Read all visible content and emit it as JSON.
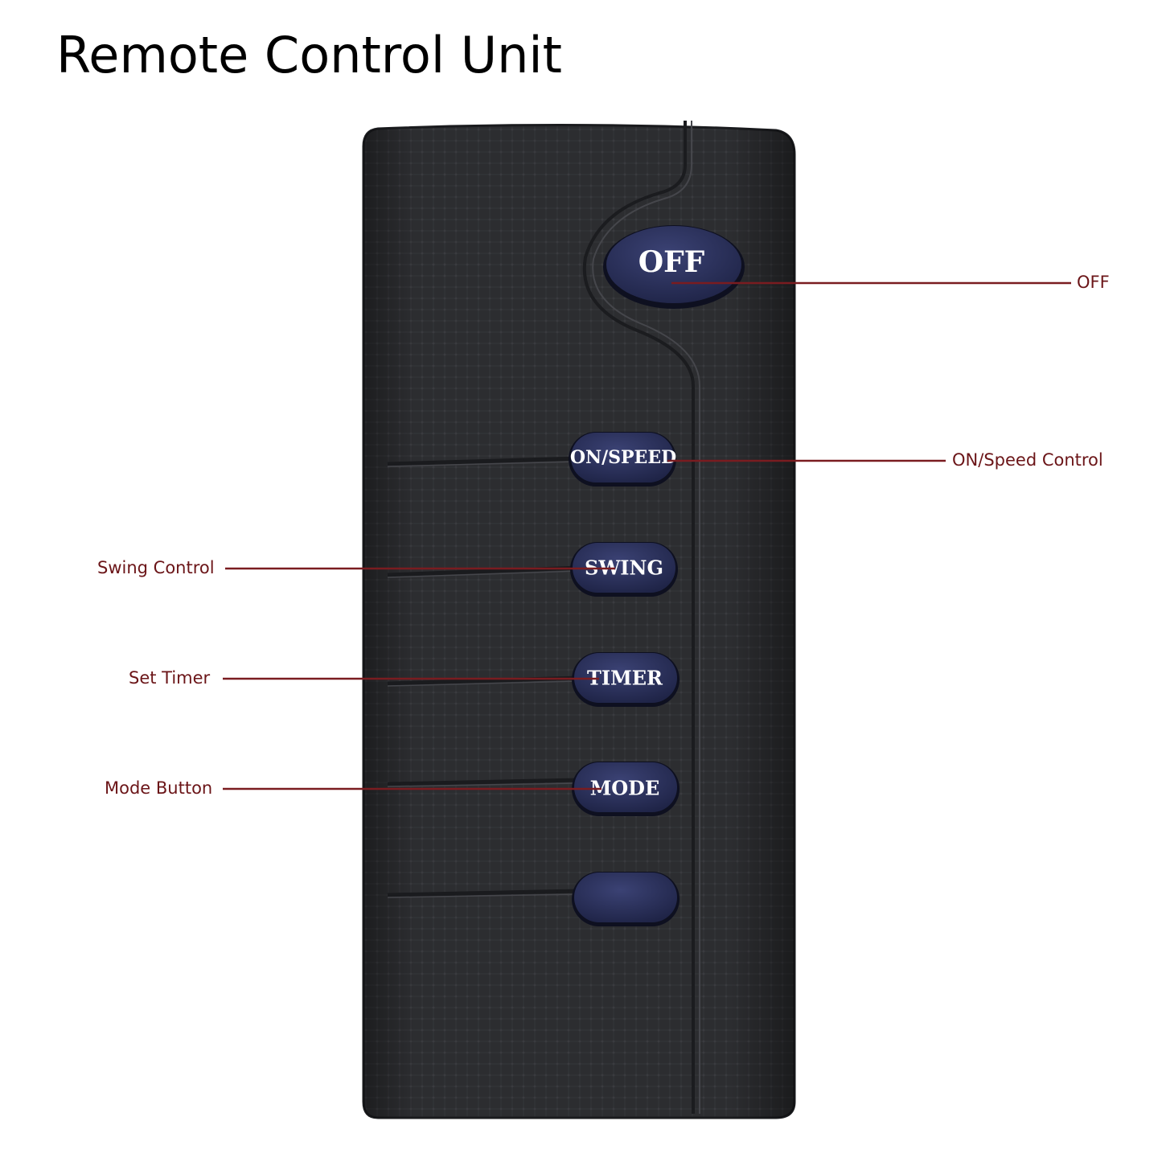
{
  "title": "Remote Control Unit",
  "colors": {
    "callout_line": "#7a1c20",
    "callout_text": "#6b1518",
    "remote_body": "#2c2d30",
    "button_fill": "#2a2f55"
  },
  "buttons": {
    "off": "OFF",
    "on_speed": "ON/SPEED",
    "swing": "SWING",
    "timer": "TIMER",
    "mode": "MODE",
    "blank": ""
  },
  "callouts": {
    "off": "OFF",
    "on_speed": "ON/Speed Control",
    "swing": "Swing Control",
    "timer": "Set Timer",
    "mode": "Mode Button"
  }
}
